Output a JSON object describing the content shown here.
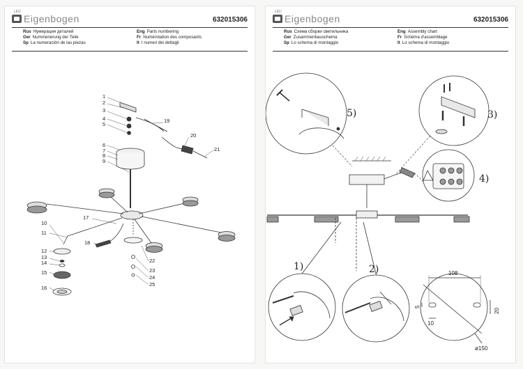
{
  "brand": {
    "icon": "logo-icon",
    "tag": "LED",
    "name": "Eigenbogen"
  },
  "left": {
    "code": "632015306",
    "langs": [
      {
        "code": "Rus",
        "text": "Нумерация деталей"
      },
      {
        "code": "Eng",
        "text": "Parts numbering"
      },
      {
        "code": "Ger",
        "text": "Nummerierung der Teile"
      },
      {
        "code": "Fr",
        "text": "Numérotation des composants"
      },
      {
        "code": "Sp",
        "text": "La numeración de las piezas"
      },
      {
        "code": "It",
        "text": "I numeri dei dettagli"
      }
    ],
    "parts": [
      "1",
      "2",
      "3",
      "4",
      "5",
      "6",
      "7",
      "8",
      "9",
      "10",
      "11",
      "12",
      "13",
      "14",
      "15",
      "16",
      "17",
      "18",
      "19",
      "20",
      "21",
      "22",
      "23",
      "24",
      "25"
    ]
  },
  "right": {
    "code": "632015306",
    "langs": [
      {
        "code": "Rus",
        "text": "Схема сборки светильника"
      },
      {
        "code": "Eng",
        "text": "Assembly chart"
      },
      {
        "code": "Ger",
        "text": "Zusammenbauschema"
      },
      {
        "code": "Fr",
        "text": "Schéma d'assemblage"
      },
      {
        "code": "Sp",
        "text": "Lo schema di montaggio"
      },
      {
        "code": "It",
        "text": "Lo schema di montaggio"
      }
    ],
    "steps": [
      "1)",
      "2)",
      "3)",
      "4)",
      "5)"
    ],
    "dims": {
      "width": "108",
      "slot": "5",
      "height": "20",
      "offset": "10",
      "diameter": "ø150"
    }
  }
}
